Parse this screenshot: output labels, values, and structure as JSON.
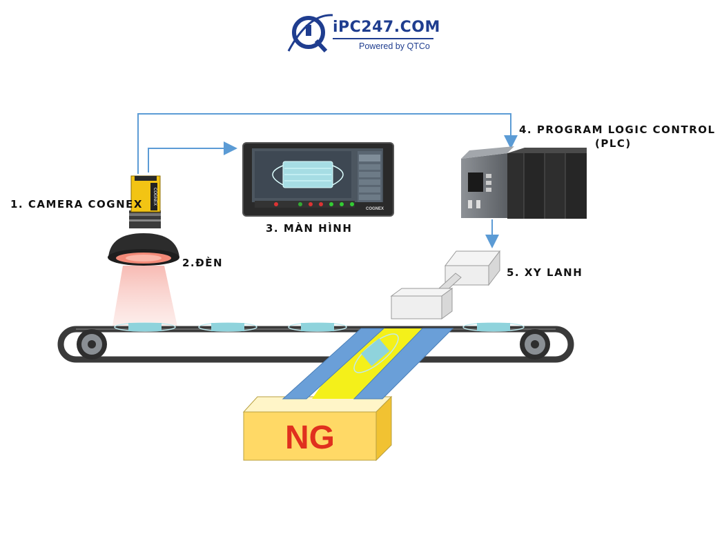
{
  "logo": {
    "brand": "iPC247.COM",
    "tagline": "Powered by QTCo"
  },
  "labels": {
    "camera": "1. CAMERA COGNEX",
    "light": "2.ĐÈN",
    "monitor": "3. MÀN HÌNH",
    "plc_line1": "4. PROGRAM LOGIC CONTROL",
    "plc_line2": "(PLC)",
    "cylinder": "5. XY LANH"
  },
  "camera_body_text": "COGNEX",
  "monitor_brand": "COGNEX",
  "ng_box_label": "NG",
  "colors": {
    "brand_blue": "#1f3d8f",
    "arrow": "#5b9bd5",
    "camera_yellow": "#f2c414",
    "light_glow": "#f7a59a",
    "ng_box": "#ffd966",
    "ng_text": "#e0301e",
    "chute_blue": "#6a9fd8",
    "chute_yellow": "#f4f01a",
    "mask": "#8fd3dc"
  }
}
